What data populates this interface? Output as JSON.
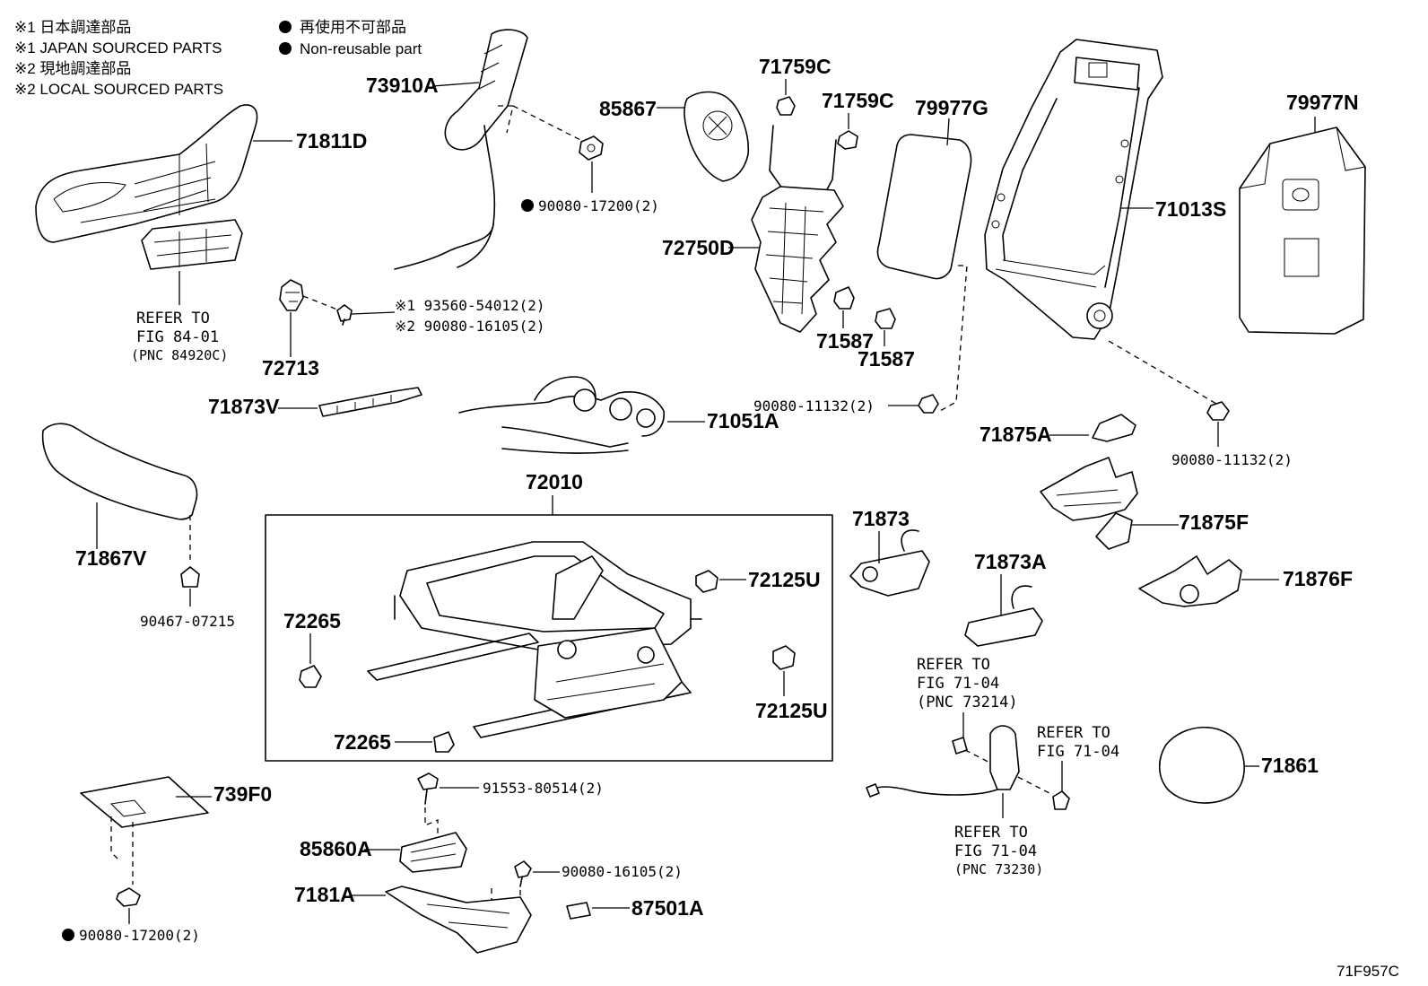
{
  "legend": {
    "line1": "※1 日本調達部品",
    "line2": "※1 JAPAN SOURCED PARTS",
    "line3": "※2 現地調達部品",
    "line4": "※2 LOCAL SOURCED PARTS",
    "nr_jp": "再使用不可部品",
    "nr_en": "Non-reusable part"
  },
  "parts": {
    "p73910A": "73910A",
    "p71811D": "71811D",
    "p85867": "85867",
    "p71759C_a": "71759C",
    "p71759C_b": "71759C",
    "p79977G": "79977G",
    "p79977N": "79977N",
    "p71013S": "71013S",
    "p72750D": "72750D",
    "p71587_a": "71587",
    "p71587_b": "71587",
    "p72713": "72713",
    "p71873V": "71873V",
    "p71051A": "71051A",
    "p72010": "72010",
    "p71867V": "71867V",
    "p90467": "90467-07215",
    "p72265_a": "72265",
    "p72265_b": "72265",
    "p72125U_a": "72125U",
    "p72125U_b": "72125U",
    "p71875A": "71875A",
    "p71875F": "71875F",
    "p71873": "71873",
    "p71873A": "71873A",
    "p71876F": "71876F",
    "p71861": "71861",
    "p739F0": "739F0",
    "p85860A": "85860A",
    "p7181A": "7181A",
    "p87501A": "87501A",
    "b90080_17200_top": "90080-17200(2)",
    "b93560": "※1 93560-54012(2)",
    "b90080_16105_mid": "※2 90080-16105(2)",
    "b90080_11132_a": "90080-11132(2)",
    "b90080_11132_b": "90080-11132(2)",
    "b91553": "91553-80514(2)",
    "b90080_16105_bot": "90080-16105(2)",
    "b90080_17200_bot": "90080-17200(2)"
  },
  "refs": {
    "r84_l1": "REFER TO",
    "r84_l2": "FIG 84-01",
    "r84_l3": "(PNC 84920C)",
    "r73214_l1": "REFER TO",
    "r73214_l2": "FIG 71-04",
    "r73214_l3": "(PNC 73214)",
    "r7104_l1": "REFER TO",
    "r7104_l2": "FIG 71-04",
    "r73230_l1": "REFER TO",
    "r73230_l2": "FIG 71-04",
    "r73230_l3": "(PNC 73230)"
  },
  "figure_code": "71F957C"
}
